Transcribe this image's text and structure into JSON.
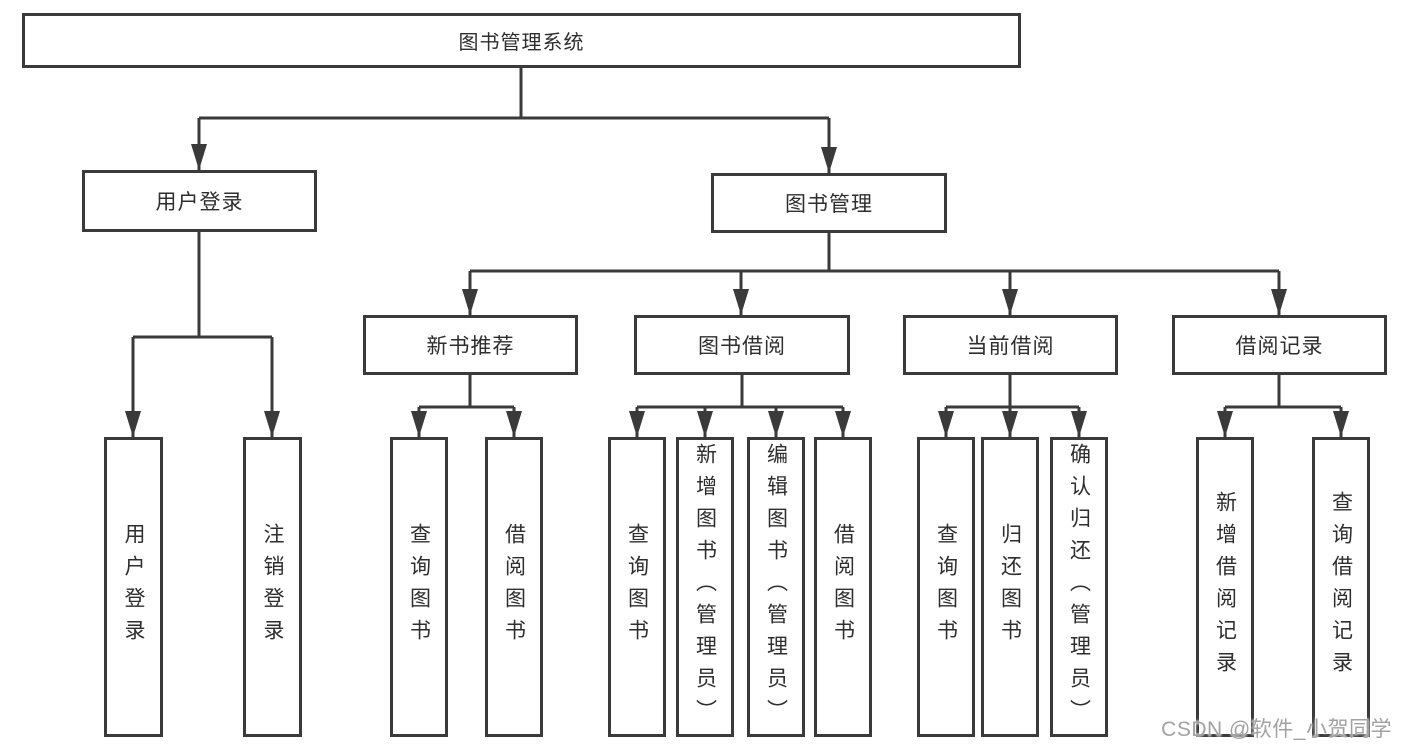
{
  "diagram": {
    "type": "hierarchy-tree",
    "title": "图书管理系统"
  },
  "tree": {
    "root": {
      "label": "图书管理系统",
      "children": [
        {
          "label": "用户登录",
          "children": [
            {
              "label": "用户登录"
            },
            {
              "label": "注销登录"
            }
          ]
        },
        {
          "label": "图书管理",
          "children": [
            {
              "label": "新书推荐",
              "children": [
                {
                  "label": "查询图书"
                },
                {
                  "label": "借阅图书"
                }
              ]
            },
            {
              "label": "图书借阅",
              "children": [
                {
                  "label": "查询图书"
                },
                {
                  "label": "新增图书（管理员）"
                },
                {
                  "label": "编辑图书（管理员）"
                },
                {
                  "label": "借阅图书"
                }
              ]
            },
            {
              "label": "当前借阅",
              "children": [
                {
                  "label": "查询图书"
                },
                {
                  "label": "归还图书"
                },
                {
                  "label": "确认归还（管理员）"
                }
              ]
            },
            {
              "label": "借阅记录",
              "children": [
                {
                  "label": "新增借阅记录"
                },
                {
                  "label": "查询借阅记录"
                }
              ]
            }
          ]
        }
      ]
    }
  },
  "watermark": {
    "text": "CSDN @软件_小贺同学"
  },
  "colors": {
    "background": "#ffffff",
    "border": "#3a3a3a",
    "line": "#3a3a3a",
    "text": "#2e2e2e",
    "watermark": "#a2a2a2"
  }
}
